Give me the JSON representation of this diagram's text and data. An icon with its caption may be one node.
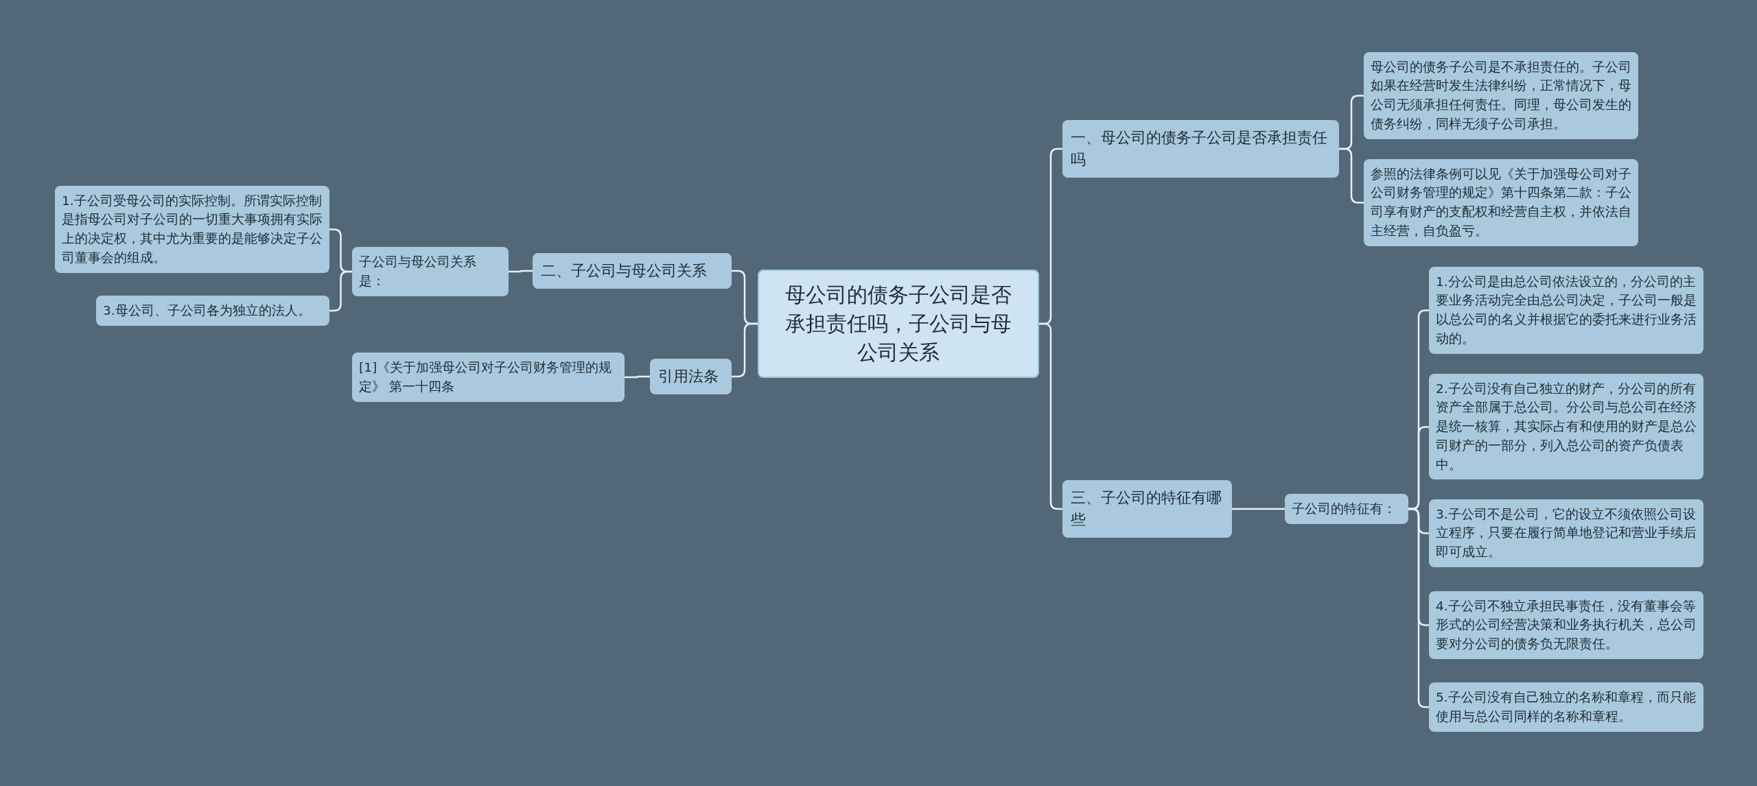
{
  "diagram": {
    "nodes": [
      {
        "text": [
          "母公司的债务子公司是否承担责任吗，子公司与母公司关系"
        ]
      },
      {
        "text": [
          "一、母公司的债务子公司是否承担责任吗"
        ]
      },
      {
        "text": [
          "母公司的债务子公司是不承担责任的。子公司如果在经营时发生法律纠纷，正常情况下，母公司无须承担任何责任。同理，母公司发生的债务纠纷，同样无须子公司承担。"
        ]
      },
      {
        "text": [
          "参照的法律条例可以见《关于加强母公司对子公司财务管理的规定》第十四条第二款：子公司享有财产的支配权和经营自主权，并依法自主经营，自负盈亏。"
        ]
      },
      {
        "text": [
          "三、子公司的特征有哪些"
        ]
      },
      {
        "text": [
          "子公司的特征有："
        ]
      },
      {
        "text": [
          "1.分公司是由总公司依法设立的，分公司的主要业务活动完全由总公司决定，子公司一般是以总公司的名义并根据它的委托来进行业务活动的。"
        ]
      },
      {
        "text": [
          "2.子公司没有自己独立的财产，分公司的所有资产全部属于总公司。分公司与总公司在经济是统一核算，其实际占有和使用的财产是总公司财产的一部分，列入总公司的资产负债表中。"
        ]
      },
      {
        "text": [
          "3.子公司不是公司，它的设立不须依照公司设立程序，只要在履行简单地登记和营业手续后即可成立。"
        ]
      },
      {
        "text": [
          "4.子公司不独立承担民事责任，没有董事会等形式的公司经营决策和业务执行机关，总公司要对分公司的债务负无限责任。"
        ]
      },
      {
        "text": [
          "5.子公司没有自己独立的名称和章程，而只能使用与总公司同样的名称和章程。"
        ]
      },
      {
        "text": [
          "二、子公司与母公司关系"
        ]
      },
      {
        "text": [
          "子公司与母公司关系是："
        ]
      },
      {
        "text": [
          "1.子公司受母公司的实际控制。所谓实际控制是指母公司对子公司的一切重大事项拥有实际上的决定权，其中尤为重要的是能够决定子公司董事会的组成。"
        ]
      },
      {
        "text": [
          "3.母公司、子公司各为独立的法人。"
        ]
      },
      {
        "text": [
          "引用法条"
        ]
      },
      {
        "text": [
          "[1]《关于加强母公司对子公司财务管理的规定》 第一十四条"
        ]
      }
    ],
    "edges": [
      {
        "from": 0,
        "to": 1,
        "arrow": "none"
      },
      {
        "from": 1,
        "to": 2,
        "arrow": "none"
      },
      {
        "from": 1,
        "to": 3,
        "arrow": "none"
      },
      {
        "from": 0,
        "to": 4,
        "arrow": "none"
      },
      {
        "from": 4,
        "to": 5,
        "arrow": "none"
      },
      {
        "from": 5,
        "to": 6,
        "arrow": "none"
      },
      {
        "from": 5,
        "to": 7,
        "arrow": "none"
      },
      {
        "from": 5,
        "to": 8,
        "arrow": "none"
      },
      {
        "from": 5,
        "to": 9,
        "arrow": "none"
      },
      {
        "from": 5,
        "to": 10,
        "arrow": "none"
      },
      {
        "from": 0,
        "to": 11,
        "arrow": "none"
      },
      {
        "from": 11,
        "to": 12,
        "arrow": "none"
      },
      {
        "from": 12,
        "to": 13,
        "arrow": "none"
      },
      {
        "from": 12,
        "to": 14,
        "arrow": "none"
      },
      {
        "from": 0,
        "to": 15,
        "arrow": "none"
      },
      {
        "from": 15,
        "to": 16,
        "arrow": "none"
      }
    ]
  }
}
